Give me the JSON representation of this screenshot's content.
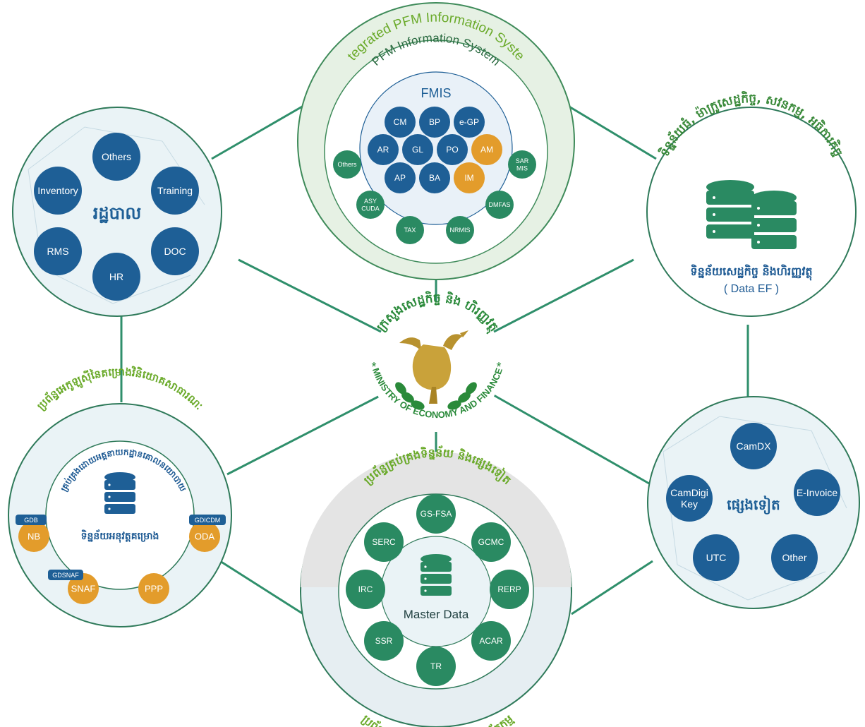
{
  "colors": {
    "line": "#2f8f6b",
    "blue_node": "#1e5f96",
    "green_node": "#2a8a62",
    "orange_node": "#e39c2b",
    "panel_fill": "#eaf3f6",
    "panel_stroke": "#2f7a5a",
    "green_title": "#6aaa2a",
    "blue_title": "#1f5b94"
  },
  "center": {
    "emblem_icon": "rooster-emblem-icon",
    "khmer_arc_text": "ក្រសួងសេដ្ឋកិច្ច និង ហិរញ្ញវត្ថុ",
    "english_arc_text": "MINISTRY OF ECONOMY AND FINANCE",
    "star_glyph": "*"
  },
  "top": {
    "outer_title": "Integrated PFM Information System",
    "middle_title": "PFM Information System",
    "inner_title": "FMIS",
    "fmis_nodes": [
      "CM",
      "BP",
      "e-GP",
      "AR",
      "GL",
      "PO",
      "AM",
      "AP",
      "BA",
      "IM"
    ],
    "pfm_nodes": [
      "Others",
      "SAR MIS",
      "ASY CUDA",
      "DMFAS",
      "TAX",
      "NRMIS"
    ]
  },
  "admin": {
    "title": "រដ្ឋបាល",
    "nodes": [
      "Others",
      "Inventory",
      "Training",
      "RMS",
      "DOC",
      "HR"
    ]
  },
  "data_ef": {
    "arc_title": "ទិន្នន័យធំ, ម៉ាក្រូសេដ្ឋកិច្ច, សវនកម្ម, អធិការកិច្ច",
    "label": "ទិន្នន័យសេដ្ឋកិច្ច និងហិរញ្ញវត្ថុ",
    "sublabel": "( Data EF )",
    "icon": "database-icon"
  },
  "pip": {
    "outer_title": "ប្រព័ន្ធអេកូឡូស៊ីនៃគម្រោងវិនិយោគសាធារណៈ",
    "inner_title": "គ្រប់គ្រងដោយអគ្គនាយកដ្ឋានគោលនយោបាយ",
    "label": "ទិន្នន័យអនុវត្តគម្រោង",
    "icon": "database-icon",
    "nodes": [
      "NB",
      "ODA",
      "SNAF",
      "PPP"
    ],
    "tags": [
      "GDB",
      "GDICDM",
      "GDSNAF"
    ]
  },
  "master": {
    "top_title": "ប្រព័ន្ធគ្រប់គ្រងទិន្នន័យ និងផ្សេងទៀត",
    "bottom_title": "ប្រព័ន្ធបច្ចេកវិទ្យាត្រួតពិនិត្យ និងនិយ័តកម្ម",
    "center_label": "Master Data",
    "icon": "database-icon",
    "nodes": [
      "GS-FSA",
      "GCMC",
      "RERP",
      "ACAR",
      "TR",
      "SSR",
      "IRC",
      "SERC"
    ]
  },
  "other": {
    "title": "ផ្សេងទៀត",
    "nodes": [
      "CamDX",
      "E-Invoice",
      "Other",
      "UTC",
      "CamDigi Key"
    ]
  }
}
